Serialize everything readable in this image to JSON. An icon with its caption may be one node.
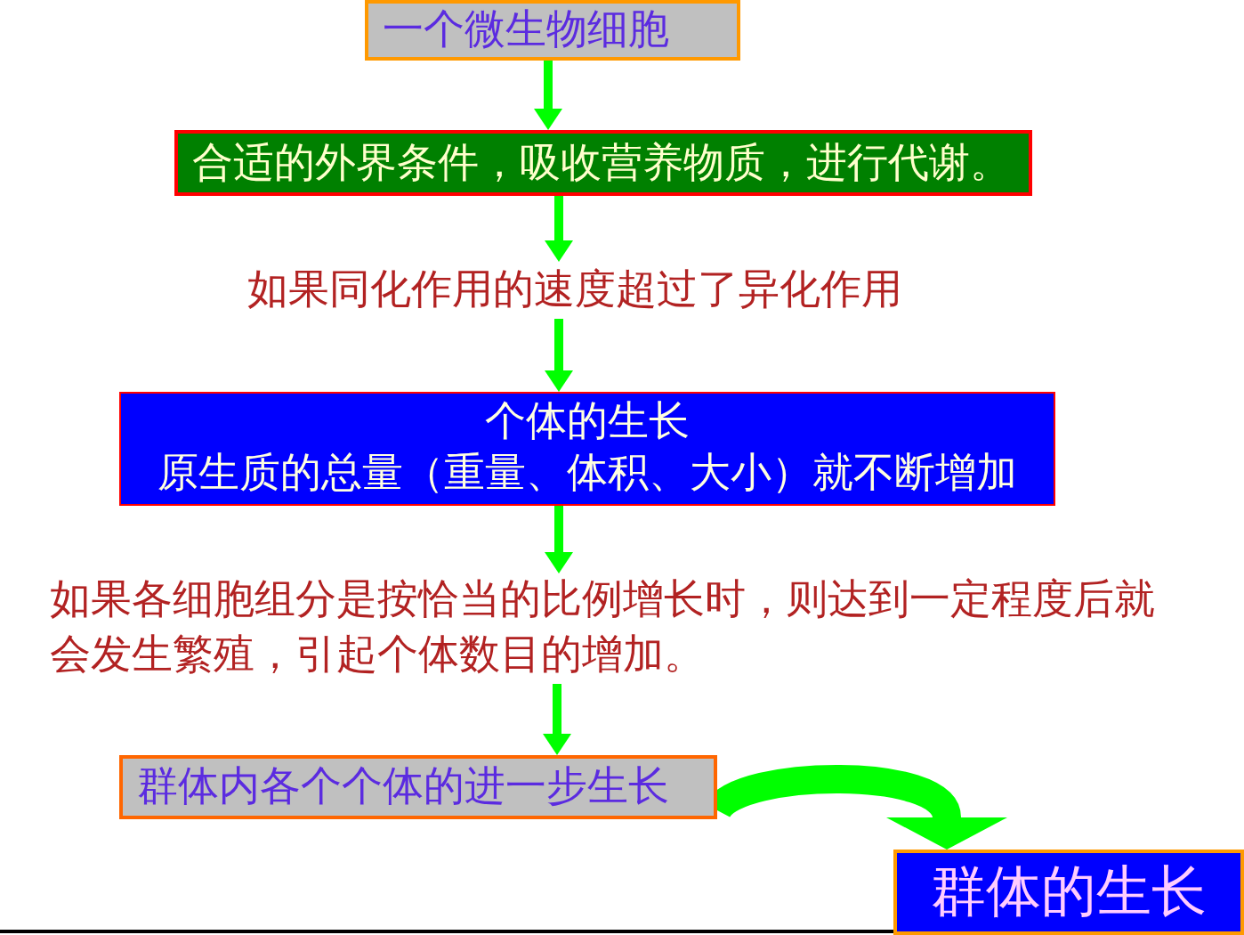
{
  "diagram": {
    "nodes": [
      {
        "text": [
          "一个微生物细胞"
        ]
      },
      {
        "text": [
          "合适的外界条件，吸收营养物质，进行代谢。"
        ]
      },
      {
        "text": [
          "如果同化作用的速度超过了异化作用"
        ]
      },
      {
        "text": [
          "个体的生长",
          "原生质的总量（重量、体积、大小）就不断增加"
        ]
      },
      {
        "text": [
          "如果各细胞组分是按恰当的比例增长时，则达到一定程度后就会发生繁殖，引起个体数目的增加。"
        ]
      },
      {
        "text": [
          "群体内各个个体的进一步生长"
        ]
      },
      {
        "text": [
          "群体的生长"
        ]
      }
    ],
    "edges": [
      {
        "from": 0,
        "to": 1,
        "arrow": "to"
      },
      {
        "from": 1,
        "to": 2,
        "arrow": "to"
      },
      {
        "from": 2,
        "to": 3,
        "arrow": "to"
      },
      {
        "from": 3,
        "to": 4,
        "arrow": "to"
      },
      {
        "from": 4,
        "to": 5,
        "arrow": "to"
      },
      {
        "from": 5,
        "to": 6,
        "arrow": "to",
        "style": "thick"
      }
    ]
  }
}
